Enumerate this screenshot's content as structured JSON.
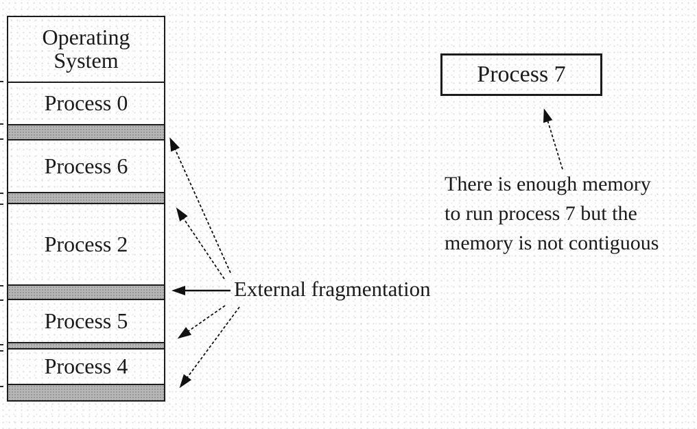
{
  "memory_stack": {
    "segments": [
      {
        "label": "Operating System",
        "kind": "process"
      },
      {
        "label": "Process 0",
        "kind": "process"
      },
      {
        "label": "",
        "kind": "free"
      },
      {
        "label": "Process 6",
        "kind": "process"
      },
      {
        "label": "",
        "kind": "free"
      },
      {
        "label": "Process 2",
        "kind": "process"
      },
      {
        "label": "",
        "kind": "free"
      },
      {
        "label": "Process 5",
        "kind": "process"
      },
      {
        "label": "",
        "kind": "free"
      },
      {
        "label": "Process 4",
        "kind": "process"
      },
      {
        "label": "",
        "kind": "free"
      }
    ]
  },
  "fragmentation_label": "External fragmentation",
  "waiting_process": {
    "label": "Process 7"
  },
  "note": {
    "lines": [
      "There is enough memory",
      "to run process 7 but the",
      "memory is not contiguous"
    ]
  },
  "colors": {
    "border": "#1c1c1c",
    "free_block_fill": "#b6b6b6",
    "background": "#fefefe",
    "text": "#1b1b1b"
  }
}
